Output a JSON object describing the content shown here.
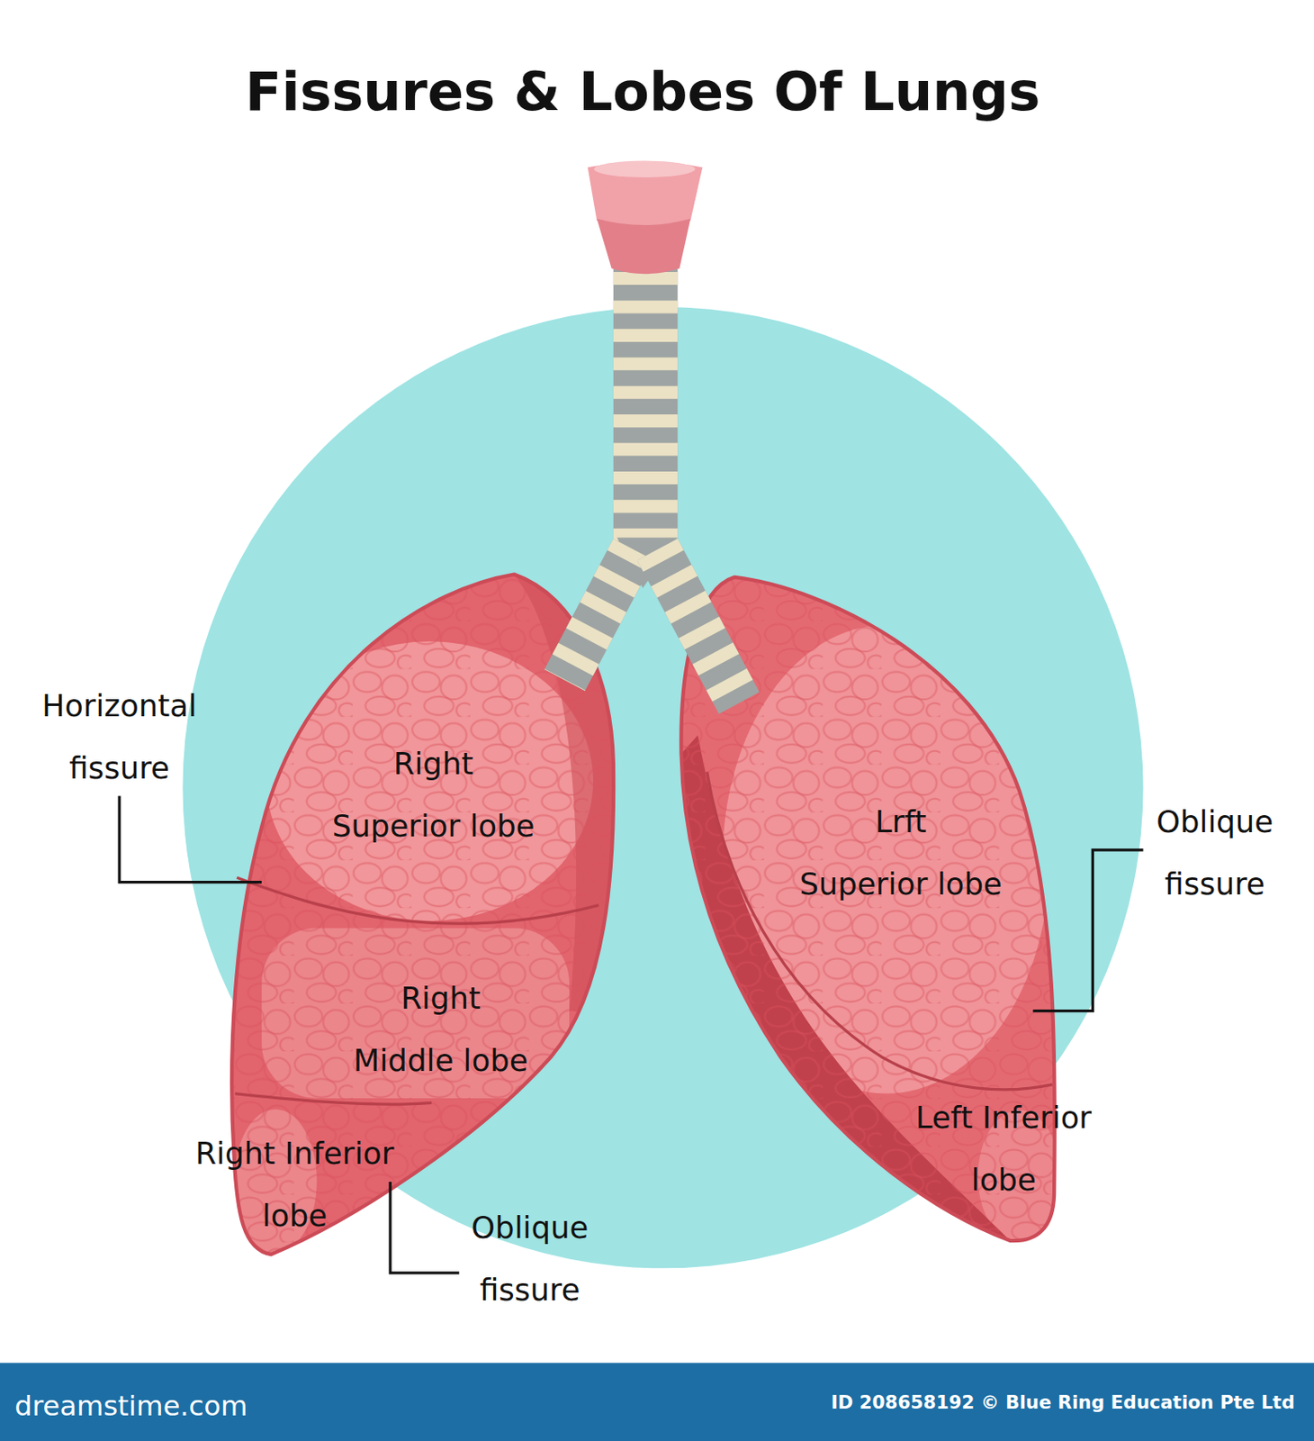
{
  "diagram": {
    "title": "Fissures & Lobes Of Lungs",
    "labels": [
      "Horizontal fissure",
      "Right Superior lobe",
      "Right Middle lobe",
      "Right Inferior lobe",
      "Oblique fissure",
      "Lrft Superior lobe",
      "Oblique fissure",
      "Left Inferior lobe",
      "dreamstime.com",
      "ID 208658192 © Blue Ring Education Pte Ltd"
    ]
  }
}
